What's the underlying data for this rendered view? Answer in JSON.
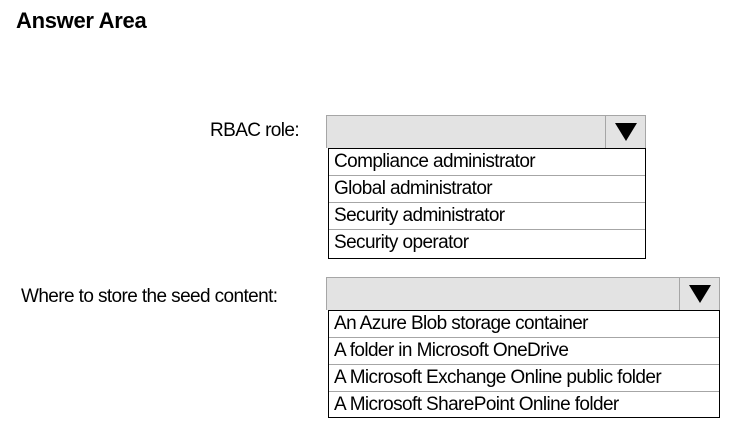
{
  "header": {
    "title": "Answer Area"
  },
  "rbac": {
    "label": "RBAC role:",
    "selected": "",
    "options": [
      "Compliance administrator",
      "Global administrator",
      "Security administrator",
      "Security operator"
    ]
  },
  "seed": {
    "label": "Where to store the seed content:",
    "selected": "",
    "options": [
      "An Azure Blob storage container",
      "A folder in Microsoft OneDrive",
      "A Microsoft Exchange Online public folder",
      "A Microsoft SharePoint Online folder"
    ]
  }
}
